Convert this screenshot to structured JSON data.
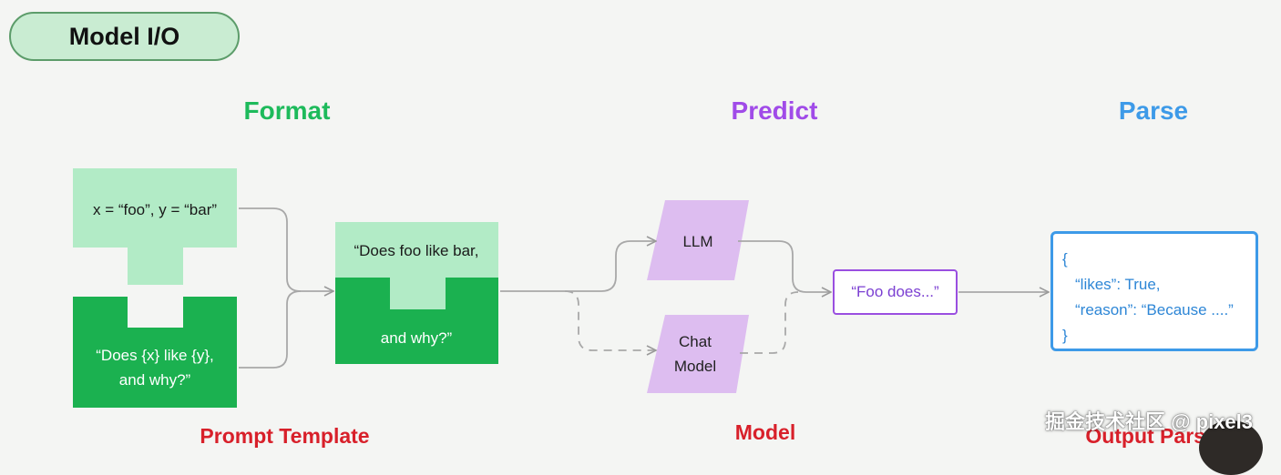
{
  "title": "Model I/O",
  "sections": {
    "format": "Format",
    "predict": "Predict",
    "parse": "Parse"
  },
  "boxes": {
    "variables": "x = “foo”, y = “bar”",
    "template_line1": "“Does {x} like {y},",
    "template_line2": "and why?”",
    "filled_line1": "“Does foo like bar,",
    "filled_line2": "and why?”",
    "llm": "LLM",
    "chat_line1": "Chat",
    "chat_line2": "Model",
    "output": "“Foo does...”"
  },
  "json_output": {
    "open": "{",
    "line1": "“likes”: True,",
    "line2": "“reason”: “Because ....”",
    "close": "}"
  },
  "bottom_labels": {
    "prompt_template": "Prompt Template",
    "model": "Model",
    "output_parser": "Output Parser"
  },
  "watermark": "掘金技术社区 @ pixel3",
  "colors": {
    "format": "#1dba5b",
    "predict": "#a04be8",
    "parse": "#3d9ae8",
    "label_red": "#d8202a",
    "light_green": "#b2ebc6",
    "dark_green": "#1bb150",
    "lavender": "#ddbdf0"
  }
}
